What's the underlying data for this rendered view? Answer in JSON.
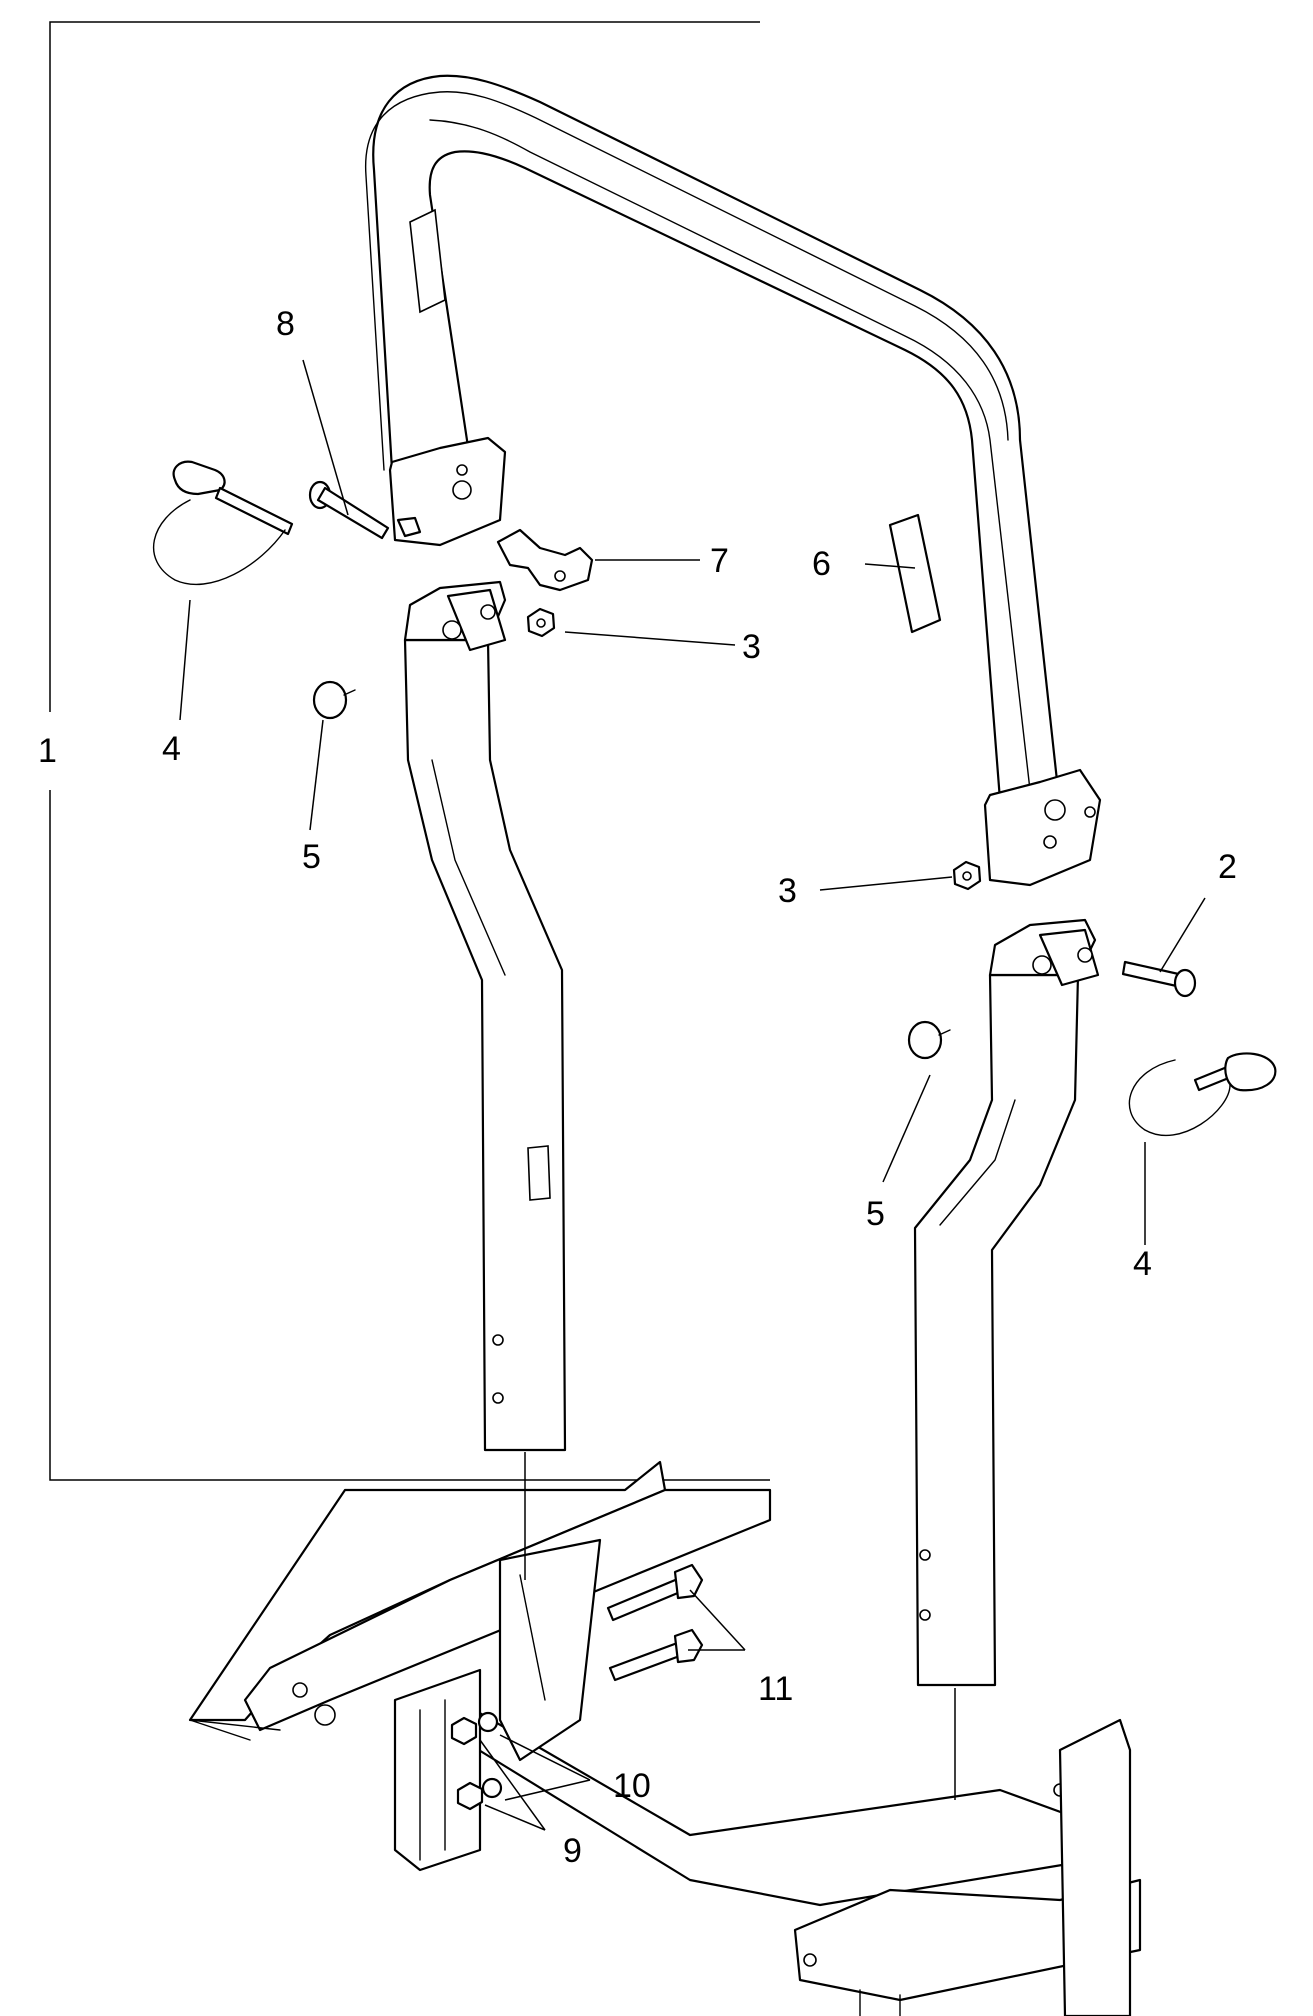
{
  "callouts": {
    "c1": "1",
    "c2": "2",
    "c3a": "3",
    "c3b": "3",
    "c4a": "4",
    "c4b": "4",
    "c5a": "5",
    "c5b": "5",
    "c6": "6",
    "c7": "7",
    "c8": "8",
    "c9": "9",
    "c10": "10",
    "c11": "11"
  },
  "colors": {
    "line": "#000000",
    "background": "#ffffff"
  }
}
